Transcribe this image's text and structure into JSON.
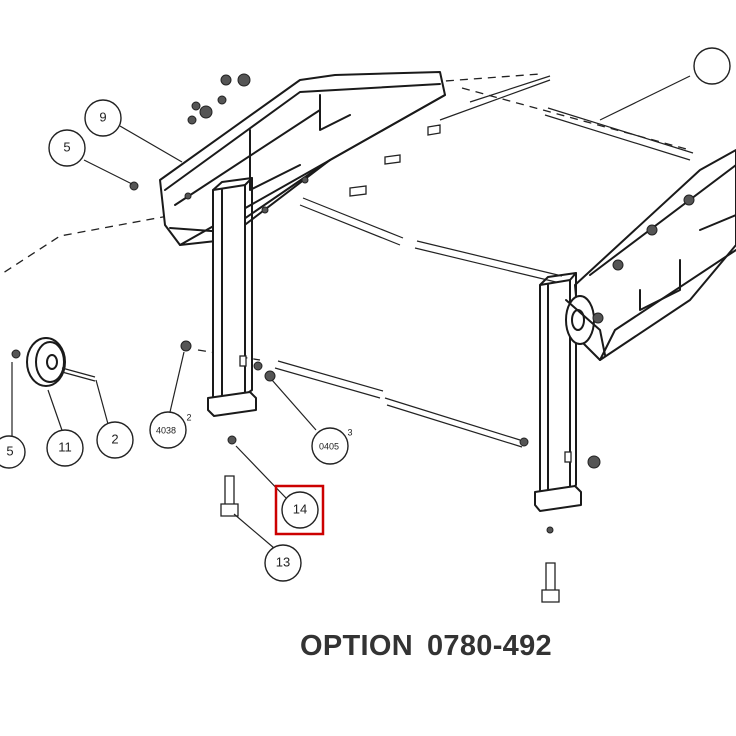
{
  "callouts": [
    {
      "id": "9",
      "label": "9"
    },
    {
      "id": "5a",
      "label": "5"
    },
    {
      "id": "5b",
      "label": "5"
    },
    {
      "id": "11",
      "label": "11"
    },
    {
      "id": "2",
      "label": "2"
    },
    {
      "id": "4038",
      "label": "4038",
      "suffix": "2"
    },
    {
      "id": "0405",
      "label": "0405",
      "suffix": "3"
    },
    {
      "id": "14",
      "label": "14",
      "highlighted": true
    },
    {
      "id": "13",
      "label": "13"
    }
  ],
  "option": {
    "word": "OPTION",
    "code": "0780-492"
  },
  "colors": {
    "line": "#1a1a1a",
    "highlight": "#cc0000",
    "text": "#333333"
  }
}
